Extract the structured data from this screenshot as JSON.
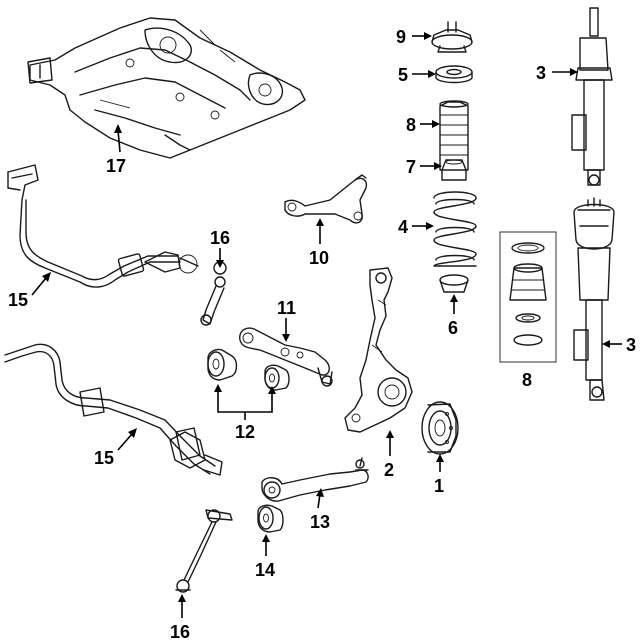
{
  "callouts": {
    "c1": "1",
    "c2": "2",
    "c3a": "3",
    "c3b": "3",
    "c4": "4",
    "c5": "5",
    "c6": "6",
    "c7": "7",
    "c8": "8",
    "c8b": "8",
    "c9": "9",
    "c10": "10",
    "c11": "11",
    "c12": "12",
    "c13": "13",
    "c14": "14",
    "c15a": "15",
    "c15b": "15",
    "c16a": "16",
    "c16b": "16",
    "c17": "17"
  }
}
